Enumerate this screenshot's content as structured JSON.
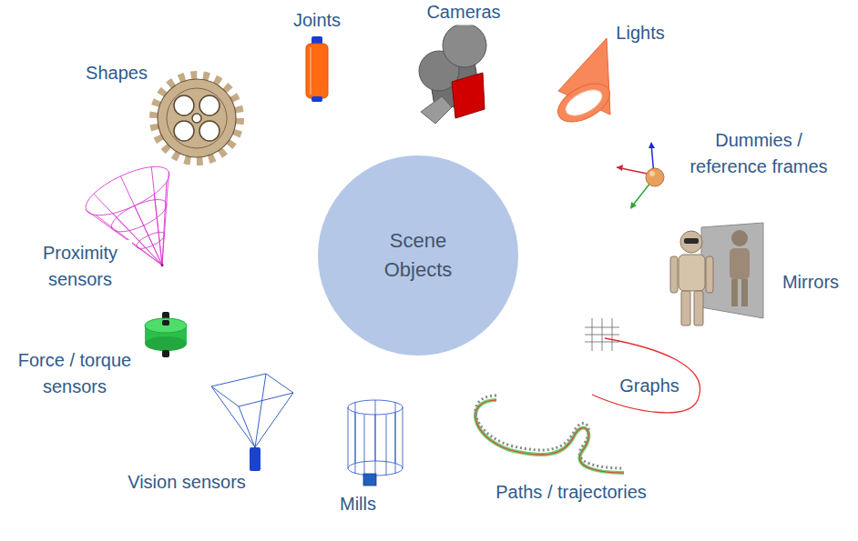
{
  "diagram": {
    "nodes": [
      {
        "text": [
          "Scene Objects"
        ]
      }
    ],
    "labels": [
      "Joints",
      "Cameras",
      "Lights",
      "Shapes",
      "Dummies / reference frames",
      "Proximity sensors",
      "Mirrors",
      "Force / torque sensors",
      "Graphs",
      "Vision sensors",
      "Mills",
      "Paths / trajectories"
    ]
  }
}
